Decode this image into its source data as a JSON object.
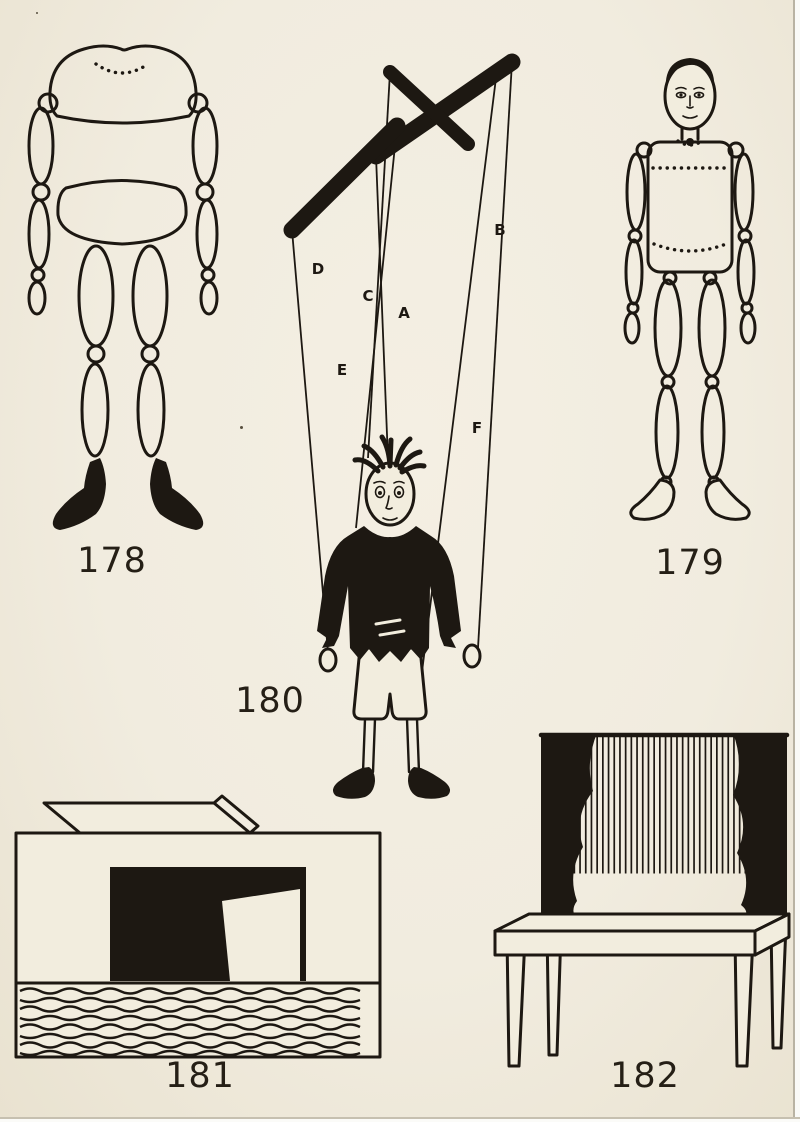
{
  "page": {
    "paper_color": "#f2edde",
    "ink_color": "#1d1812"
  },
  "figures": {
    "fig178": {
      "label": "178"
    },
    "fig179": {
      "label": "179"
    },
    "fig180": {
      "label": "180",
      "string_labels": [
        "A",
        "B",
        "C",
        "D",
        "E",
        "F"
      ]
    },
    "fig181": {
      "label": "181"
    },
    "fig182": {
      "label": "182"
    }
  }
}
